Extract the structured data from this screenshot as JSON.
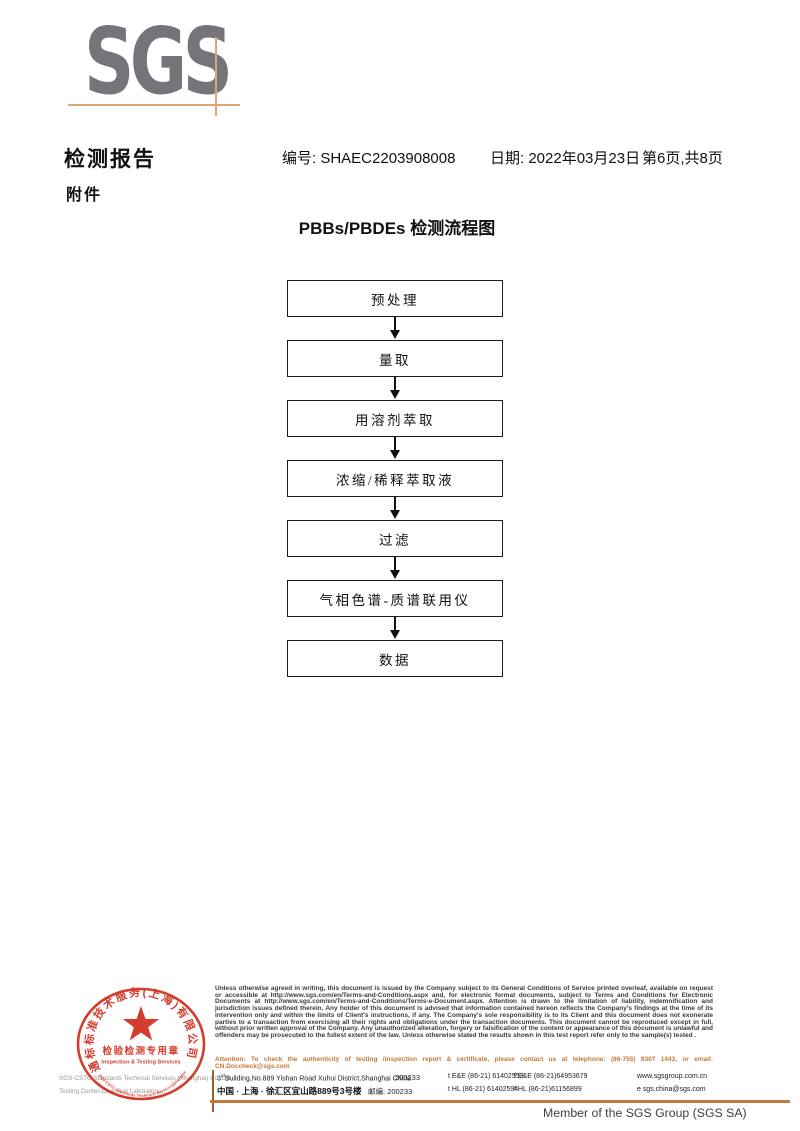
{
  "logo": {
    "text": "SGS"
  },
  "header": {
    "report_title": "检测报告",
    "report_no": "编号: SHAEC2203908008",
    "date": "日期: 2022年03月23日",
    "page": "第6页,共8页",
    "attachment": "附件"
  },
  "flowchart": {
    "title": "PBBs/PBDEs 检测流程图",
    "steps": [
      {
        "label": "预处理"
      },
      {
        "label": "量取"
      },
      {
        "label": "用溶剂萃取"
      },
      {
        "label": "浓缩/稀释萃取液"
      },
      {
        "label": "过滤"
      },
      {
        "label": "气相色谱-质谱联用仪"
      },
      {
        "label": "数据"
      }
    ]
  },
  "stamp": {
    "company_cn_arc": "通标标准技术服务(上海)有限公司",
    "seal_title": "检验检测专用章",
    "seal_subtitle": "Inspection & Testing Services",
    "company_en_arc": "SGS-CSTC Standards Technical Services(Shanghai)Co.,Ltd."
  },
  "company_lines": {
    "line1": "SGS-CSTC Standards Technical Services (Shanghai) Co.,Ltd.",
    "line2": "Testing Center-Chemical Laboratory ."
  },
  "disclaimer": {
    "body": "Unless otherwise agreed in writing, this document is issued by the Company subject to its General Conditions of Service printed overleaf, available on request or accessible at http://www.sgs.com/en/Terms-and-Conditions.aspx and, for electronic format documents, subject to Terms and Conditions for Electronic Documents at http://www.sgs.com/en/Terms-and-Conditions/Terms-e-Document.aspx. Attention is drawn to the limitation of liability, indemnification and jurisdiction issues defined therein. Any holder of this document is advised that information contained hereon reflects the Company's findings at the time of its intervention only and within the limits of Client's instructions, if any. The Company's sole responsibility is to its Client and this document does not exonerate parties to a transaction from exercising all their rights and obligations under the transaction documents. This document cannot be reproduced except in full, without prior written approval of the Company. Any unauthorized alteration, forgery or falsification of the content or appearance of this document is unlawful and offenders may be prosecuted to the fullest extent of the law. Unless otherwise stated the results shown in this test report refer only to the sample(s) tested .",
    "attention": "Attention: To check the authenticity of testing /inspection report & certificate, please contact us at telephone: (86-755) 8307 1443, or email: CN.Doccheck@sgs.com"
  },
  "footer": {
    "address_en_num": "3",
    "address_en_sup": "rd",
    "address_en_rest": "Building,No.889 Yishan Road Xuhui District,Shanghai China",
    "postal_en": "200233",
    "tel_en": "t E&E (86-21) 61402553",
    "fax_en": "f E&E (86-21)64953679",
    "web": "www.sgsgroup.com.cn",
    "address_cn": "中国 · 上海 · 徐汇区宜山路889号3号楼",
    "postal_cn": "邮编: 200233",
    "tel_cn": "t HL (86-21) 61402594",
    "fax_cn": "f HL (86-21)61156899",
    "email": "e  sgs.china@sgs.com",
    "member": "Member of the SGS Group (SGS SA)"
  },
  "colors": {
    "logo_gray": "#75747a",
    "accent_orange": "#dca679",
    "attention_orange": "#c47733",
    "footer_rule_orange": "#bd7b3e",
    "stamp_red": "#cf2f1e"
  }
}
